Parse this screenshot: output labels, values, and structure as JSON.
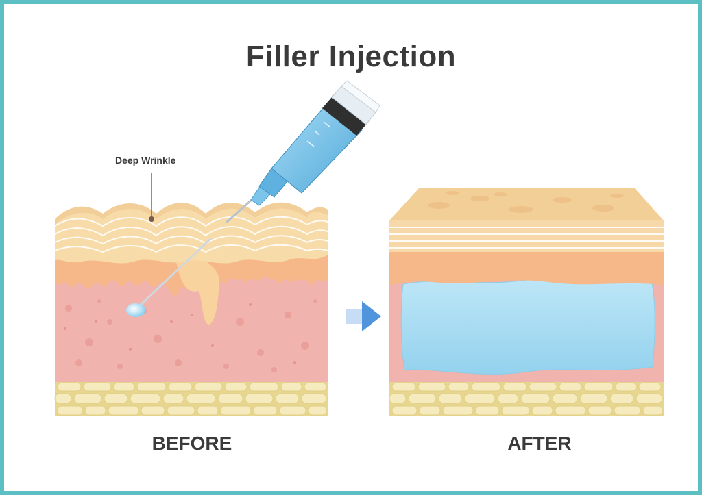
{
  "title": "Filler Injection",
  "labels": {
    "wrinkle_callout": "Deep Wrinkle",
    "before": "BEFORE",
    "after": "AFTER"
  },
  "colors": {
    "frame": "#5bbfc4",
    "epidermis": "#f7d9a9",
    "dermis_top": "#f6b785",
    "dermis": "#f0b2ac",
    "filler": "#a9dcf2",
    "fat": "#f3e3a4",
    "syringe": "#6fc0e9",
    "arrow": "#4f94dd",
    "text": "#3a3a3a"
  }
}
